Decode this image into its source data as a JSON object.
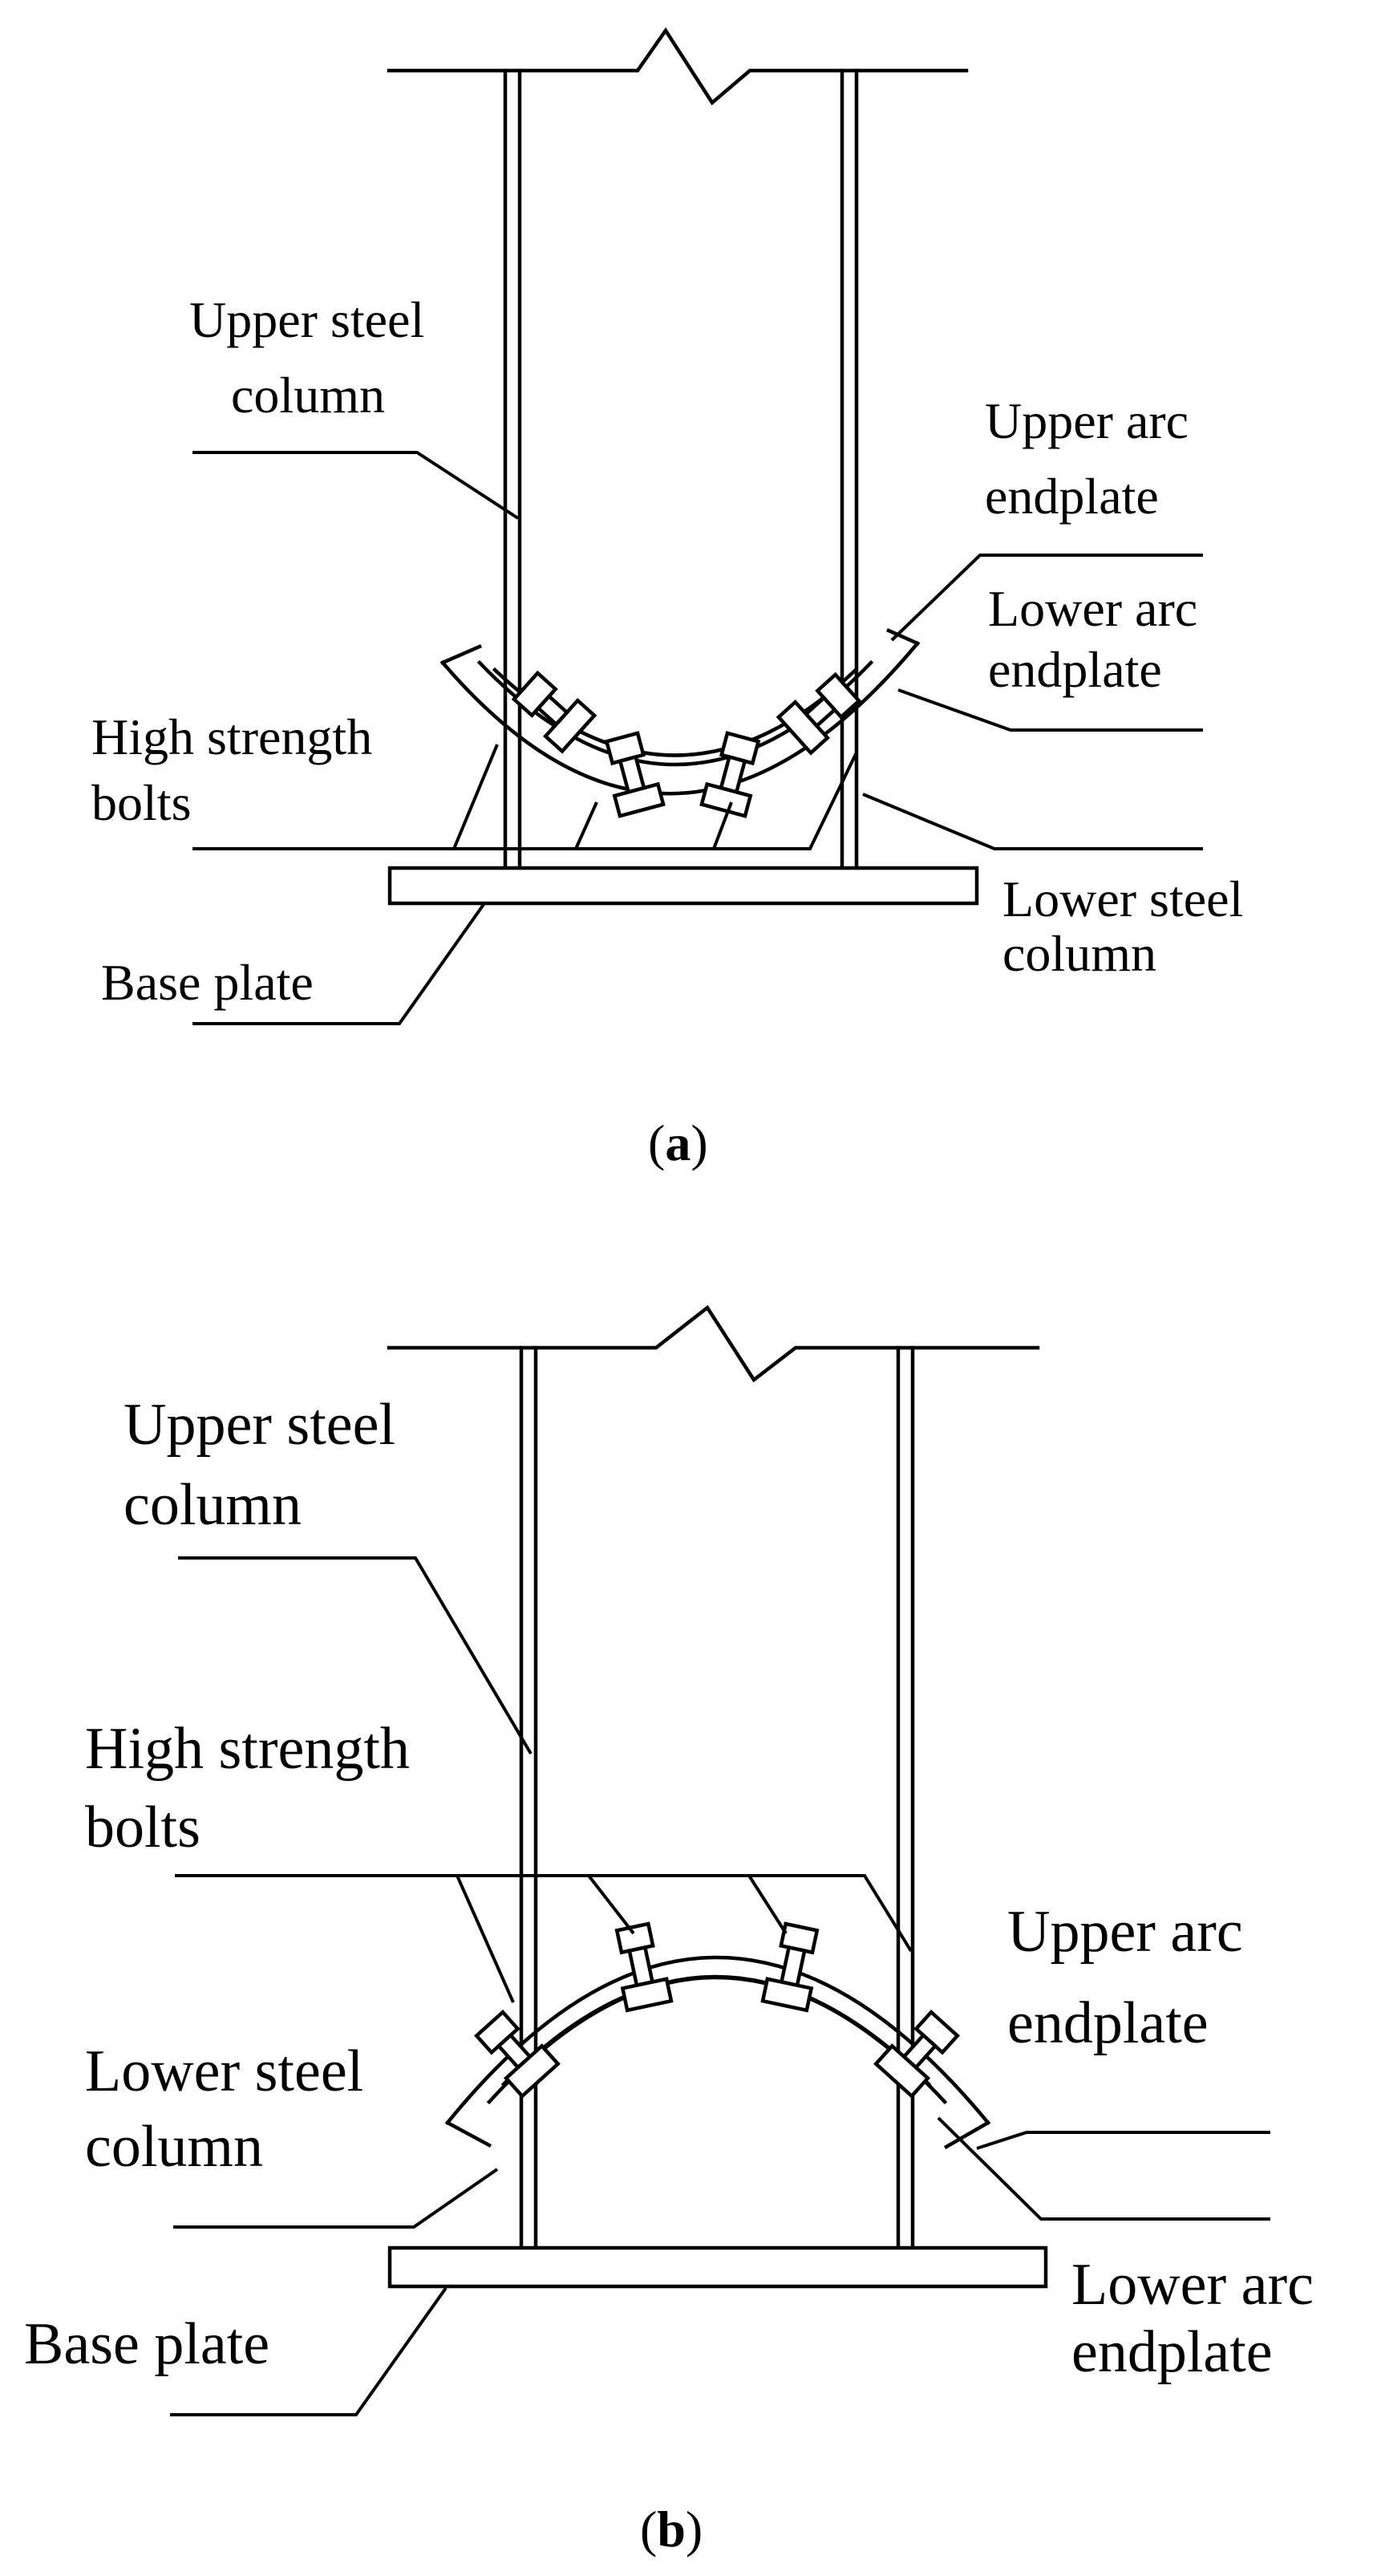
{
  "panel_a": {
    "caption_letter": "a",
    "labels": {
      "upper_steel_column": [
        "Upper steel",
        "column"
      ],
      "upper_arc_endplate": [
        "Upper arc",
        "endplate"
      ],
      "lower_arc_endplate": [
        "Lower arc",
        "endplate"
      ],
      "high_strength_bolts": [
        "High strength",
        "bolts"
      ],
      "lower_steel_column": [
        "Lower steel",
        "column"
      ],
      "base_plate": "Base plate"
    }
  },
  "panel_b": {
    "caption_letter": "b",
    "labels": {
      "upper_steel_column": [
        "Upper steel",
        "column"
      ],
      "high_strength_bolts": [
        "High strength",
        "bolts"
      ],
      "upper_arc_endplate": [
        "Upper arc",
        "endplate"
      ],
      "lower_steel_column": [
        "Lower steel",
        "column"
      ],
      "base_plate": "Base plate",
      "lower_arc_endplate": [
        "Lower arc",
        "endplate"
      ]
    }
  },
  "colors": {
    "line": "#000000",
    "background": "#ffffff"
  }
}
